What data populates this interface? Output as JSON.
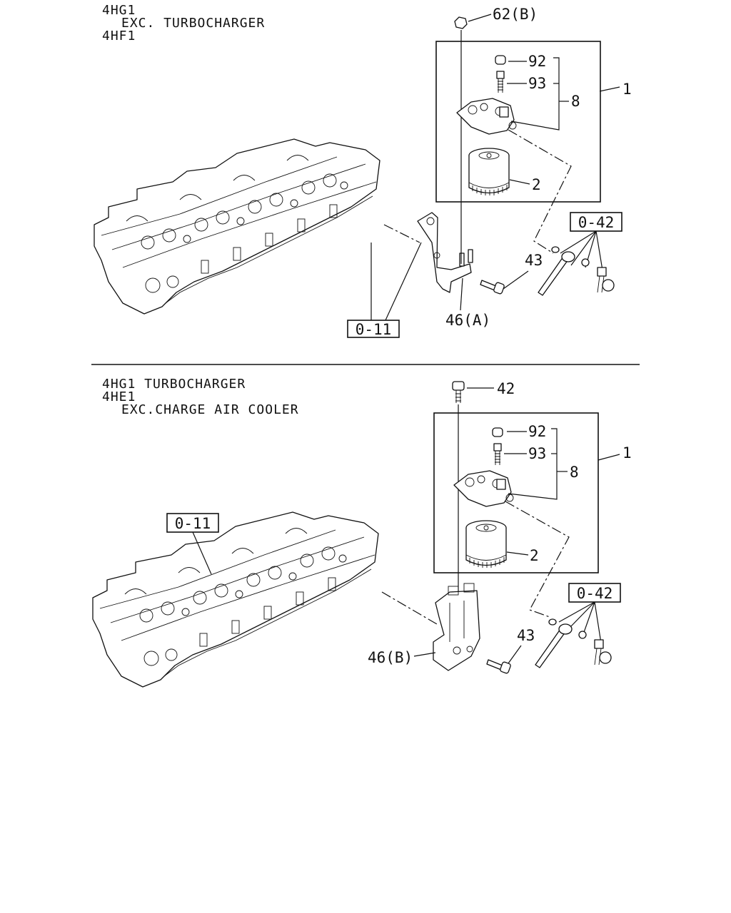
{
  "top_section": {
    "header_line1": "4HG1",
    "header_line2": "EXC. TURBOCHARGER",
    "header_line3": "4HF1",
    "nut_label": "62(B)",
    "cap_label": "92",
    "screw_label": "93",
    "subassy_label": "8",
    "assy_label": "1",
    "filter_label": "2",
    "bolt_label": "43",
    "bracket_label": "46(A)",
    "ref_fuel_pipe": "0-42",
    "ref_cylinder_head": "0-11"
  },
  "bottom_section": {
    "header_line1": "4HG1 TURBOCHARGER",
    "header_line2": "4HE1",
    "header_line3": "EXC.CHARGE AIR COOLER",
    "bolt_top_label": "42",
    "cap_label": "92",
    "screw_label": "93",
    "subassy_label": "8",
    "assy_label": "1",
    "filter_label": "2",
    "bolt_label": "43",
    "bracket_label": "46(B)",
    "ref_fuel_pipe": "0-42",
    "ref_cylinder_head": "0-11"
  }
}
